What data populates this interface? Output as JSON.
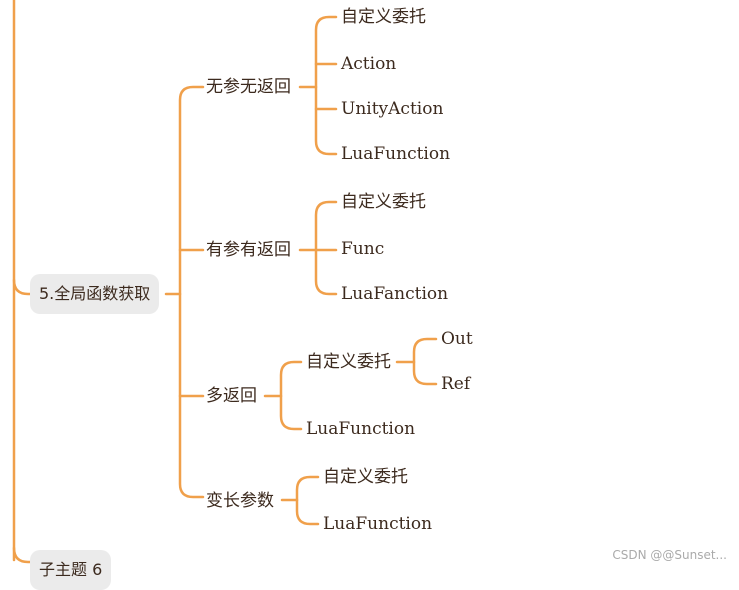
{
  "mindmap": {
    "branch_color": "#f0a04b",
    "central_topic": "5.全局函数获取",
    "next_topic": "子主题 6",
    "groups": [
      {
        "label": "无参无返回",
        "children": [
          "自定义委托",
          "Action",
          "UnityAction",
          "LuaFunction"
        ]
      },
      {
        "label": "有参有返回",
        "children": [
          "自定义委托",
          "Func",
          "LuaFanction"
        ]
      },
      {
        "label": "多返回",
        "children": [
          "自定义委托",
          "LuaFunction"
        ],
        "sub": {
          "parent": "自定义委托",
          "children": [
            "Out",
            "Ref"
          ]
        }
      },
      {
        "label": "变长参数",
        "children": [
          "自定义委托",
          "LuaFunction"
        ]
      }
    ]
  },
  "watermark": "CSDN @@Sunset..."
}
